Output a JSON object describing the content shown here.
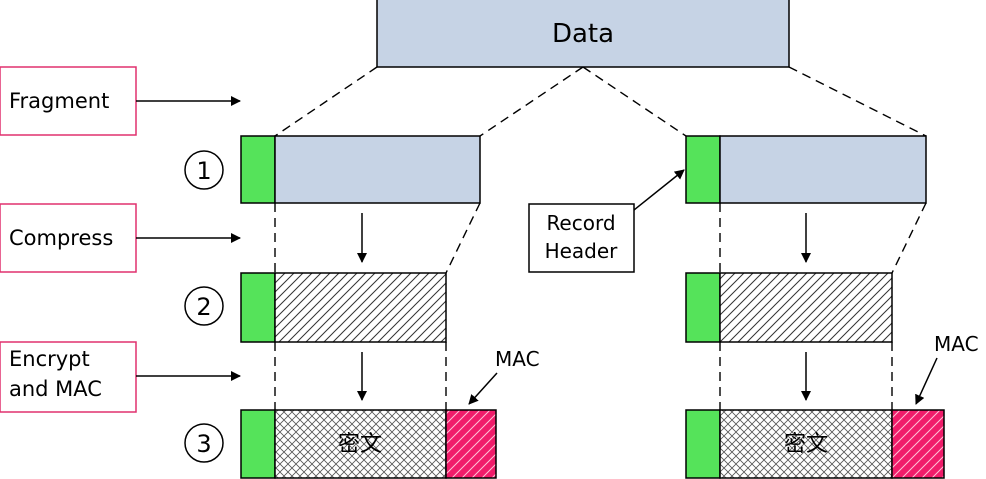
{
  "data_box": {
    "label": "Data"
  },
  "steps": [
    {
      "number": "1",
      "label": "Fragment"
    },
    {
      "number": "2",
      "label": "Compress"
    },
    {
      "number": "3",
      "label_line1": "Encrypt",
      "label_line2": "and MAC"
    }
  ],
  "callouts": {
    "record_header_line1": "Record",
    "record_header_line2": "Header",
    "mac_left": "MAC",
    "mac_right": "MAC"
  },
  "ciphertext_label": "密文",
  "colors": {
    "data_fill": "#c6d3e5",
    "header_green": "#55e35a",
    "mac_pink": "#f01c6a",
    "label_border": "#e0306e"
  }
}
